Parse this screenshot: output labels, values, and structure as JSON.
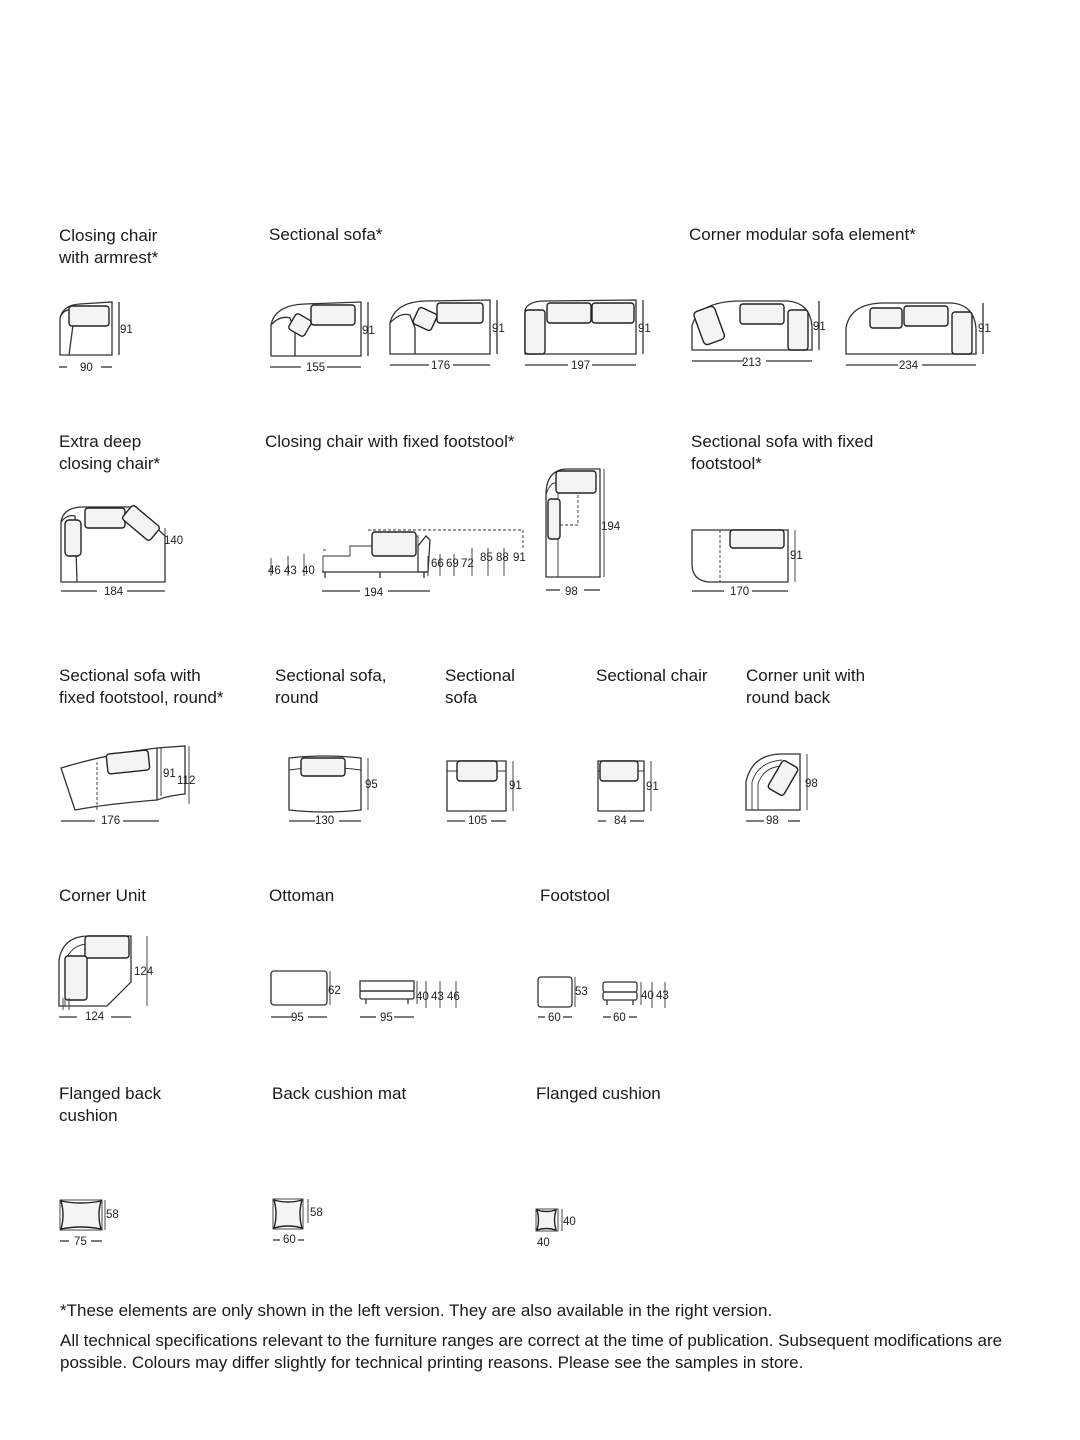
{
  "items": {
    "closing_chair_armrest": {
      "title": "Closing chair\nwith armrest*",
      "width": "90",
      "height": "91"
    },
    "sectional_sofa": {
      "title": "Sectional sofa*",
      "w1": "155",
      "w2": "176",
      "w3": "197",
      "height": "91"
    },
    "corner_modular": {
      "title": "Corner modular sofa element*",
      "w1": "213",
      "w2": "234",
      "height": "91"
    },
    "extra_deep": {
      "title": "Extra deep\nclosing chair*",
      "width": "184",
      "depth": "140"
    },
    "closing_fixed_footstool": {
      "title": "Closing chair with fixed footstool*",
      "left_heights": [
        "46",
        "43",
        "40"
      ],
      "right_heights": [
        "66",
        "69",
        "72",
        "85",
        "88",
        "91"
      ],
      "length": "194",
      "side_width": "98",
      "side_height": "194"
    },
    "sectional_fixed_footstool": {
      "title": "Sectional sofa with fixed\nfootstool*",
      "width": "170",
      "height": "91"
    },
    "sectional_fixed_round": {
      "title": "Sectional sofa with\nfixed footstool, round*",
      "width": "176",
      "h1": "91",
      "h2": "112"
    },
    "sectional_round": {
      "title": "Sectional sofa,\nround",
      "width": "130",
      "height": "95"
    },
    "sectional_sofa_small": {
      "title": "Sectional\nsofa",
      "width": "105",
      "height": "91"
    },
    "sectional_chair": {
      "title": "Sectional chair",
      "width": "84",
      "height": "91"
    },
    "corner_round_back": {
      "title": "Corner unit with\nround back",
      "width": "98",
      "height": "98"
    },
    "corner_unit": {
      "title": "Corner Unit",
      "width": "124",
      "height": "124"
    },
    "ottoman": {
      "title": "Ottoman",
      "w1": "95",
      "d1": "62",
      "w2": "95",
      "heights": [
        "40",
        "43",
        "46"
      ]
    },
    "footstool": {
      "title": "Footstool",
      "w1": "60",
      "d1": "53",
      "w2": "60",
      "heights": [
        "40",
        "43"
      ]
    },
    "flanged_back": {
      "title": "Flanged back\ncushion",
      "width": "75",
      "height": "58"
    },
    "back_mat": {
      "title": "Back cushion mat",
      "width": "60",
      "height": "58"
    },
    "flanged_cushion": {
      "title": "Flanged cushion",
      "width": "40",
      "height": "40"
    }
  },
  "notes": {
    "asterisk": "*These elements are only shown in the left version. They are also available in the right version.",
    "disclaimer": "All technical specifications relevant to the furniture ranges are correct at the time of publication. Subsequent modifications are possible. Colours may differ slightly for technical printing reasons. Please see the samples in store."
  }
}
